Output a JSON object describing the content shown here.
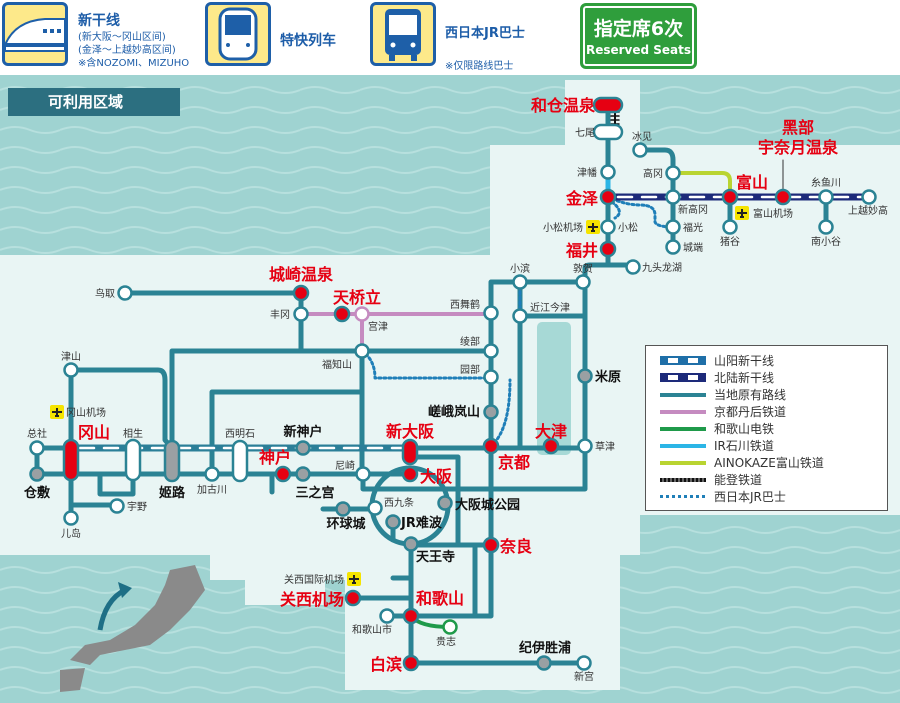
{
  "header": {
    "shinkansen": {
      "title": "新干线",
      "line1": "(新大阪～冈山区间)",
      "line2": "(金泽～上越妙高区间)",
      "line3": "※含NOZOMI、MIZUHO"
    },
    "limited_express": {
      "title": "特快列车"
    },
    "bus": {
      "title": "西日本JR巴士",
      "note": "※仅限路线巴士"
    },
    "reserved": {
      "title": "指定席6次",
      "subtitle": "Reserved Seats"
    }
  },
  "area_label": "可利用区域",
  "stations": {
    "wakura": "和仓温泉",
    "nanao": "七尾",
    "tsubata": "津幡",
    "kanazawa": "金泽",
    "komatsu": "小松",
    "fukui": "福井",
    "kuzuryuko": "九头龙湖",
    "tsuruga": "敦贺",
    "obama": "小滨",
    "omiimazu": "近江今津",
    "maibara": "米原",
    "kusatsu": "草津",
    "otsu": "大津",
    "kyoto": "京都",
    "sagaarashiyama": "嵯峨岚山",
    "sonobe": "园部",
    "ayabe": "绫部",
    "nishimaizuru": "西舞鹤",
    "himi": "冰见",
    "takaoka": "高冈",
    "shintakaoka": "新高冈",
    "fukumitsu": "福光",
    "johana": "城端",
    "toyama": "富山",
    "inotani": "猪谷",
    "kurobe1": "黑部",
    "kurobe2": "宇奈月温泉",
    "itoigawa": "糸鱼川",
    "minamiotari": "南小谷",
    "joetsumyoko": "上越妙高",
    "kinosaki": "城崎温泉",
    "tottori": "鸟取",
    "toyooka": "丰冈",
    "amanohashidate": "天桥立",
    "miyazu": "宫津",
    "fukuchiyama": "福知山",
    "tsuyama": "津山",
    "okayama": "冈山",
    "soja": "总社",
    "kurashiki": "仓敷",
    "kojima": "儿岛",
    "uno": "宇野",
    "aioi": "相生",
    "himeji": "姬路",
    "kakogawa": "加古川",
    "nishiakashi": "西明石",
    "shinkobe": "新神户",
    "kobe": "神户",
    "sannomiya": "三之宫",
    "amagasaki": "尼崎",
    "shinosaka": "新大阪",
    "osaka": "大阪",
    "nishikujo": "西九条",
    "usj": "环球城",
    "jrnamba": "JR难波",
    "osakajokoen": "大阪城公园",
    "tennoji": "天王寺",
    "nara": "奈良",
    "kix": "关西机场",
    "wakayama": "和歌山",
    "wakayamashi": "和歌山市",
    "kishi": "贵志",
    "shirahama": "白滨",
    "kiikatsuura": "纪伊胜浦",
    "shingu": "新宫"
  },
  "airports": {
    "komatsu": "小松机场",
    "toyama": "富山机场",
    "okayama": "冈山机场",
    "kansai": "关西国际机场"
  },
  "legend": [
    {
      "label": "山阳新干线",
      "color": "#1f6fa8"
    },
    {
      "label": "北陆新干线",
      "color": "#1d2a7a"
    },
    {
      "label": "当地原有路线",
      "color": "#2b8394"
    },
    {
      "label": "京都丹后铁道",
      "color": "#c58bc0"
    },
    {
      "label": "和歌山电铁",
      "color": "#1f9a4a"
    },
    {
      "label": "IR石川铁道",
      "color": "#2bb5e6"
    },
    {
      "label": "AINOKAZE富山铁道",
      "color": "#b9d431"
    },
    {
      "label": "能登铁道",
      "color": "#111111"
    },
    {
      "label": "西日本JR巴士",
      "color": "#1f7fb8"
    }
  ]
}
